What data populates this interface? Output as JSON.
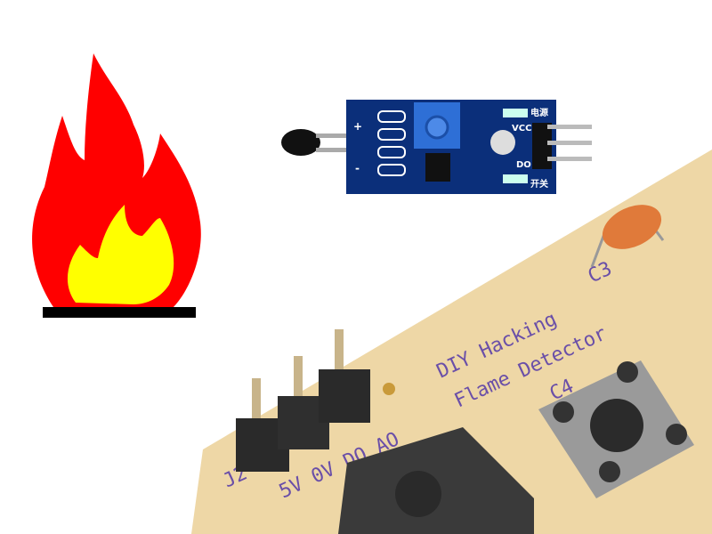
{
  "colors": {
    "flame_outer": "#ff0000",
    "flame_inner": "#ffff00",
    "module_pcb": "#0b2f7a",
    "board": "#eed7a6",
    "silkscreen": "#6a4fa8",
    "potentiometer": "#2e6fd6"
  },
  "flame_icon": {
    "icon": "fire-icon"
  },
  "sensor_module": {
    "plus": "+",
    "minus": "-",
    "power_label": "电源",
    "vcc_label": "VCC",
    "do_label": "DO",
    "switch_label": "开关"
  },
  "board": {
    "title_line1": "DIY Hacking",
    "title_line2": "Flame Detector",
    "header_ref": "J2",
    "pin_labels": "5V 0V DO AO",
    "cap_ref": "C3",
    "button_ref": "C4"
  }
}
